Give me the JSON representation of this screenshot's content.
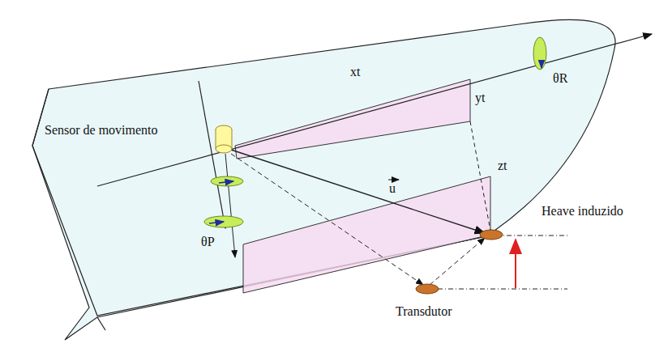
{
  "diagram": {
    "labels": [
      "xt",
      "yt",
      "zt",
      "θR",
      "θP",
      "u",
      "Sensor de movimento",
      "Transdutor",
      "Heave induzido"
    ]
  }
}
